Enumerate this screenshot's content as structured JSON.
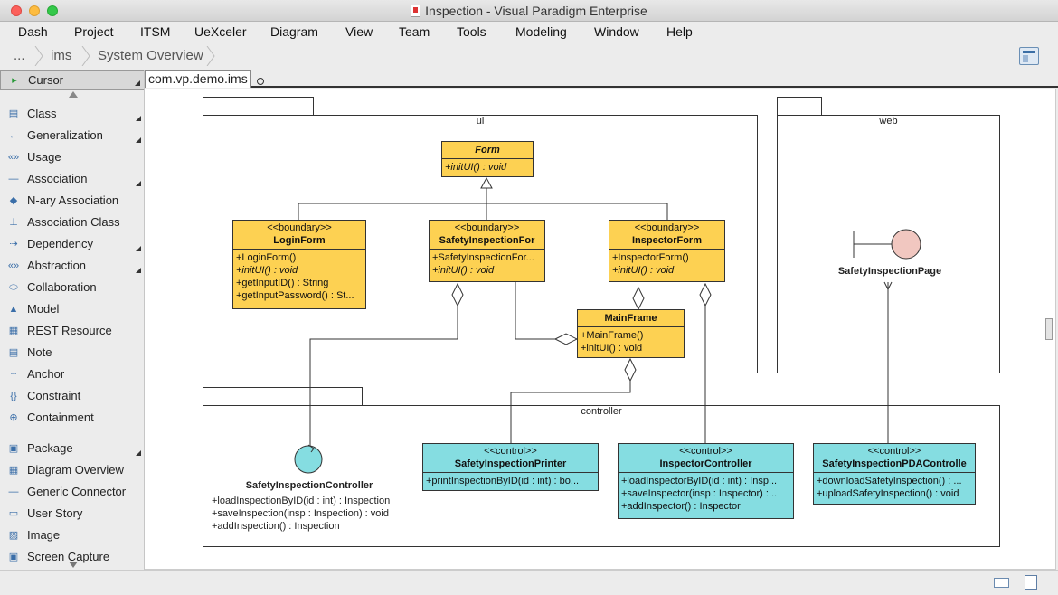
{
  "window": {
    "title": "Inspection - Visual Paradigm Enterprise"
  },
  "menu": [
    "Dash",
    "Project",
    "ITSM",
    "UeXceler",
    "Diagram",
    "View",
    "Team",
    "Tools",
    "Modeling",
    "Window",
    "Help"
  ],
  "breadcrumb": [
    "...",
    "ims",
    "System Overview"
  ],
  "palette": {
    "items": [
      {
        "label": "Cursor",
        "icon": "cursor-arrow-icon",
        "selected": true,
        "more": true
      },
      {
        "label": "Class",
        "icon": "class-icon",
        "more": true
      },
      {
        "label": "Generalization",
        "icon": "generalization-icon",
        "more": true
      },
      {
        "label": "Usage",
        "icon": "usage-icon",
        "more": false
      },
      {
        "label": "Association",
        "icon": "association-icon",
        "more": true
      },
      {
        "label": "N-ary Association",
        "icon": "nary-association-icon",
        "more": false
      },
      {
        "label": "Association Class",
        "icon": "association-class-icon",
        "more": false
      },
      {
        "label": "Dependency",
        "icon": "dependency-icon",
        "more": true
      },
      {
        "label": "Abstraction",
        "icon": "abstraction-icon",
        "more": true
      },
      {
        "label": "Collaboration",
        "icon": "collaboration-icon",
        "more": false
      },
      {
        "label": "Model",
        "icon": "model-icon",
        "more": false
      },
      {
        "label": "REST Resource",
        "icon": "rest-resource-icon",
        "more": false
      },
      {
        "label": "Note",
        "icon": "note-icon",
        "more": false
      },
      {
        "label": "Anchor",
        "icon": "anchor-icon",
        "more": false
      },
      {
        "label": "Constraint",
        "icon": "constraint-icon",
        "more": false
      },
      {
        "label": "Containment",
        "icon": "containment-icon",
        "more": false
      },
      {
        "label": "Package",
        "icon": "package-icon",
        "more": true
      },
      {
        "label": "Diagram Overview",
        "icon": "diagram-overview-icon",
        "more": false
      },
      {
        "label": "Generic Connector",
        "icon": "generic-connector-icon",
        "more": false
      },
      {
        "label": "User Story",
        "icon": "user-story-icon",
        "more": false
      },
      {
        "label": "Image",
        "icon": "image-icon",
        "more": false
      },
      {
        "label": "Screen Capture",
        "icon": "screen-capture-icon",
        "more": false
      }
    ]
  },
  "tab": {
    "label": "com.vp.demo.ims"
  },
  "colors": {
    "boundary_class": "#fdd152",
    "control_class": "#85dde1",
    "boundary_circle": "#f1c7c0",
    "control_circle": "#85dde1"
  },
  "diagram": {
    "packages": {
      "ui": "ui",
      "web": "web",
      "controller": "controller"
    },
    "form": {
      "name": "Form",
      "ops": [
        "+initUI() : void"
      ]
    },
    "loginForm": {
      "stereotype": "<<boundary>>",
      "name": "LoginForm",
      "ops": [
        "+LoginForm()",
        "+initUI() : void",
        "+getInputID() : String",
        "+getInputPassword() : St..."
      ]
    },
    "safetyForm": {
      "stereotype": "<<boundary>>",
      "name": "SafetyInspectionFor",
      "ops": [
        "+SafetyInspectionFor...",
        "+initUI() : void"
      ]
    },
    "inspectorForm": {
      "stereotype": "<<boundary>>",
      "name": "InspectorForm",
      "ops": [
        "+InspectorForm()",
        "+initUI() : void"
      ]
    },
    "mainFrame": {
      "name": "MainFrame",
      "ops": [
        "+MainFrame()",
        "+initUI() : void"
      ]
    },
    "safetyPage": {
      "name": "SafetyInspectionPage"
    },
    "safetyController": {
      "name": "SafetyInspectionController",
      "ops": [
        "+loadInspectionByID(id : int) : Inspection",
        "+saveInspection(insp : Inspection) : void",
        "+addInspection() : Inspection"
      ]
    },
    "printer": {
      "stereotype": "<<control>>",
      "name": "SafetyInspectionPrinter",
      "ops": [
        "+printInspectionByID(id : int) : bo..."
      ]
    },
    "inspectorController": {
      "stereotype": "<<control>>",
      "name": "InspectorController",
      "ops": [
        "+loadInspectorByID(id : int) : Insp...",
        "+saveInspector(insp : Inspector) :...",
        "+addInspector() : Inspector"
      ]
    },
    "pdaController": {
      "stereotype": "<<control>>",
      "name": "SafetyInspectionPDAControlle",
      "ops": [
        "+downloadSafetyInspection() : ...",
        "+uploadSafetyInspection() : void"
      ]
    }
  }
}
